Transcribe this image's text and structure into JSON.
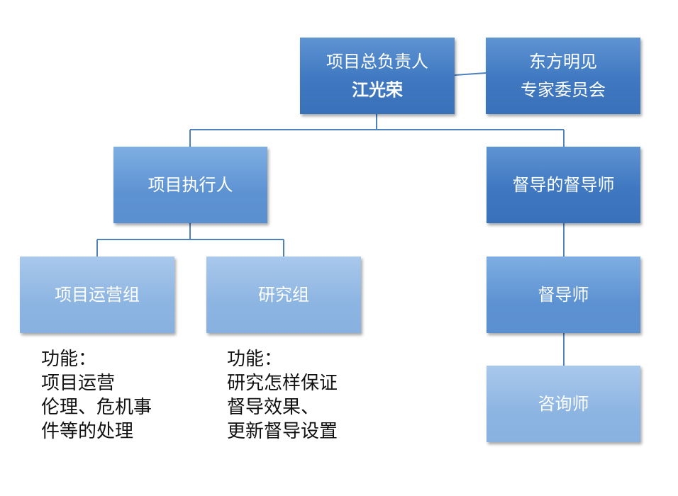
{
  "director": {
    "title": "项目总负责人",
    "name": "江光荣"
  },
  "committee": {
    "line1": "东方明见",
    "line2": "专家委员会"
  },
  "executor": {
    "label": "项目执行人"
  },
  "supervisor_of_supervisors": {
    "label": "督导的督导师"
  },
  "operations_group": {
    "label": "项目运营组"
  },
  "research_group": {
    "label": "研究组"
  },
  "supervisor": {
    "label": "督导师"
  },
  "counselor": {
    "label": "咨询师"
  },
  "operations_note": {
    "heading": "功能：",
    "lines": [
      "项目运营",
      "伦理、危机事",
      "件等的处理"
    ]
  },
  "research_note": {
    "heading": "功能：",
    "lines": [
      "研究怎样保证",
      "督导效果、",
      "更新督导设置"
    ]
  },
  "colors": {
    "level1": "#3f78c0",
    "level2": "#5d92d2",
    "level3": "#8db5e2",
    "connector": "#4f81bd"
  }
}
